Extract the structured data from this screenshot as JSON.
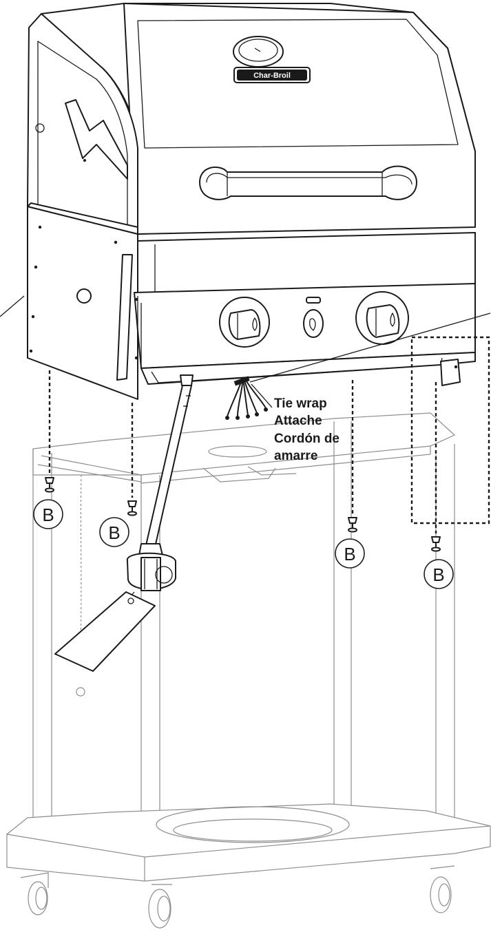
{
  "tie_wrap_label": {
    "en": "Tie wrap",
    "fr": "Attache",
    "es_line1": "Cordón de",
    "es_line2": "amarre"
  },
  "callouts": [
    "B",
    "B",
    "B",
    "B"
  ],
  "logo_text": "Char-Broil",
  "colors": {
    "ink": "#1a1a1a",
    "cart_line": "#8c8c8c",
    "background": "#ffffff"
  }
}
